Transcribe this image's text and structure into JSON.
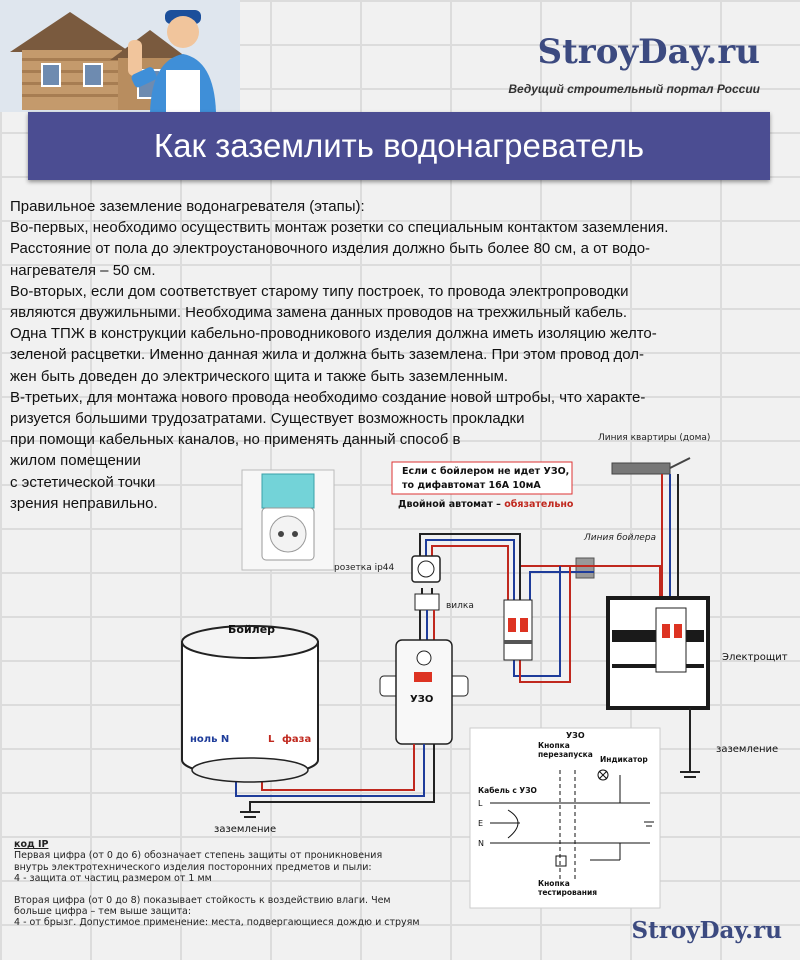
{
  "header": {
    "brand": "StroyDay.ru",
    "tagline": "Ведущий строительный портал России",
    "title": "Как заземлить водонагреватель"
  },
  "article": {
    "lines": [
      "Правильное заземление водонагревателя (этапы):",
      "Во-первых, необходимо осуществить монтаж розетки со специальным контактом заземления.",
      "Расстояние от пола до электроустановочного изделия должно быть более 80 см, а от водо-",
      "нагревателя – 50 см.",
      "Во-вторых, если дом соответствует старому типу построек, то провода электропроводки",
      "являются двужильными. Необходима замена данных проводов на трехжильный кабель.",
      "Одна ТПЖ в конструкции кабельно-проводникового изделия должна иметь изоляцию желто-",
      "зеленой расцветки. Именно данная жила и должна быть заземлена. При этом провод дол-",
      "жен быть доведен до электрического щита и также быть заземленным.",
      "В-третьих, для монтажа нового провода необходимо создание новой штробы, что характе-",
      "ризуется большими трудозатратами. Существует возможность прокладки",
      "при помощи кабельных каналов, но применять данный способ в",
      "жилом помещении",
      "с эстетической точки",
      "зрения неправильно."
    ]
  },
  "diagram": {
    "note_line1": "Если с бойлером не идет УЗО,",
    "note_line2": "то  дифавтомат 16А 10мА",
    "double_breaker_prefix": "Двойной автомат – ",
    "double_breaker_emph": "обязательно",
    "apartment_line": "Линия квартиры (дома)",
    "boiler_line": "Линия бойлера",
    "socket_label": "розетка  ip44",
    "plug_label": "вилка",
    "boiler_label": "Бойлер",
    "neutral_label": "ноль N",
    "phase_L": "L",
    "phase_label": "фаза",
    "rcd_label": "УЗО",
    "panel_label": "Электрощит",
    "ground_label_right": "заземление",
    "ground_label_left": "заземление",
    "schema_title": "УЗО",
    "restart_button": "Кнопка\nперезапуска",
    "indicator": "Индикатор",
    "cable_label": "Кабель с УЗО",
    "wire_L": "L",
    "wire_E": "E",
    "wire_N": "N",
    "test_button": "Кнопка\nтестирования",
    "colors": {
      "phase": "#c0281e",
      "neutral": "#1e3c9a",
      "wire_dark": "#222222",
      "panel_frame": "#1a1a1a",
      "accent": "#4b4d92"
    }
  },
  "ip_code": {
    "title": "код IP",
    "lines": [
      "Первая цифра (от 0 до 6) обозначает степень защиты от проникновения",
      "внутрь электротехнического изделия посторонних предметов и пыли:",
      " 4 - защита от частиц размером от 1 мм",
      "",
      "Вторая цифра (от 0 до 8) показывает стойкость к воздействию влаги. Чем",
      "больше цифра – тем выше защита:",
      "4 - от брызг. Допустимое применение: места, подвергающиеся дождю и струям"
    ]
  },
  "footer": {
    "brand": "StroyDay.ru"
  }
}
